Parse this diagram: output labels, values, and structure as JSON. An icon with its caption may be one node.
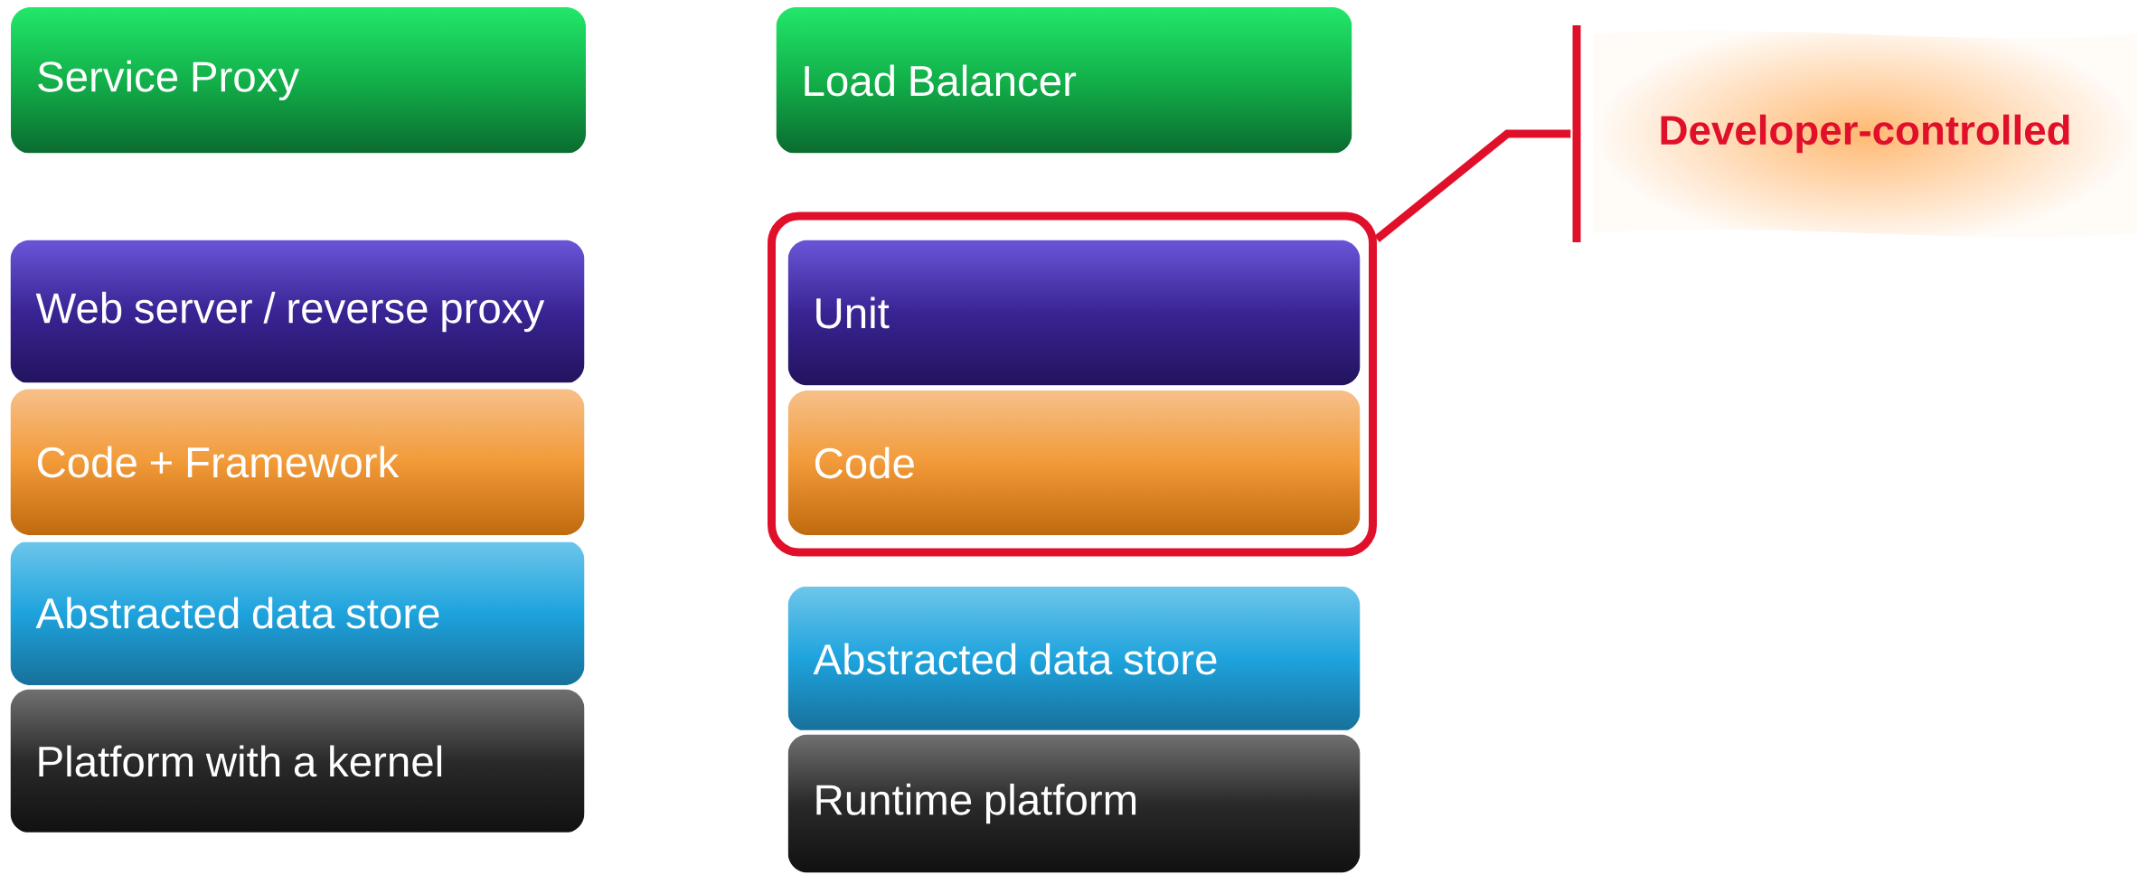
{
  "diagram": {
    "nodes": [
      {
        "text": [
          "Service Proxy"
        ]
      },
      {
        "text": [
          "Load Balancer"
        ]
      },
      {
        "text": [
          "Web server / reverse proxy"
        ]
      },
      {
        "text": [
          "Code + Framework"
        ]
      },
      {
        "text": [
          "Abstracted data store"
        ]
      },
      {
        "text": [
          "Platform with a kernel"
        ]
      },
      {
        "text": [],
        "shape": "box"
      },
      {
        "text": [
          "Unit"
        ],
        "in": 6
      },
      {
        "text": [
          "Code"
        ],
        "in": 6
      },
      {
        "text": [
          "Abstracted data store"
        ]
      },
      {
        "text": [
          "Runtime platform"
        ]
      },
      {
        "text": [
          "Developer-controlled"
        ]
      }
    ],
    "edges": [
      {
        "from": 11,
        "to": 6,
        "arrow": "none"
      }
    ]
  }
}
